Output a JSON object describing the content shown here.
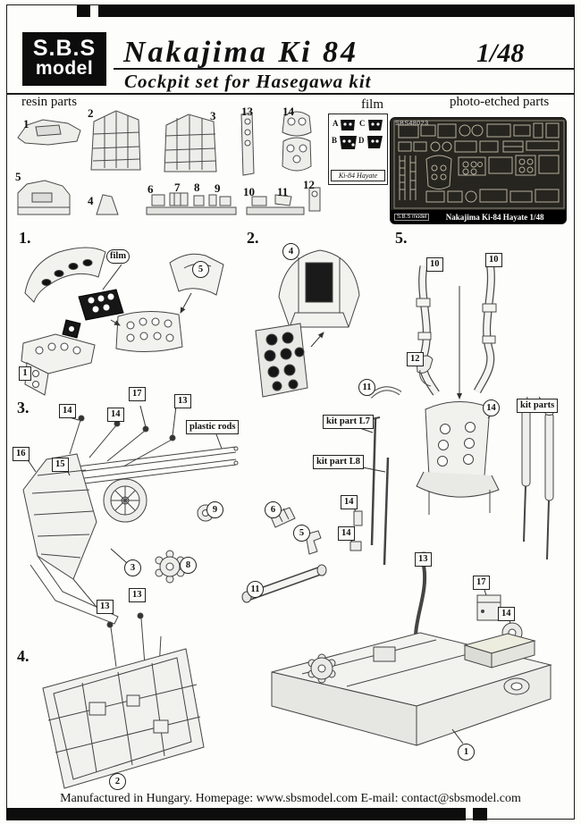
{
  "header": {
    "logo_top": "S.B.S",
    "logo_bottom": "model",
    "title": "Nakajima Ki 84",
    "scale": "1/48",
    "subtitle": "Cockpit set for Hasegawa kit"
  },
  "parts": {
    "resin_label": "resin parts",
    "film_label": "film",
    "pe_label": "photo-etched parts",
    "film_sheet": {
      "letter_a": "A",
      "letter_b": "B",
      "letter_c": "C",
      "letter_d": "D",
      "caption": "Ki-84 Hayate"
    },
    "pe_fret": {
      "code": "SBS48023",
      "brand": "S.B.S model",
      "caption": "Nakajima Ki-84 Hayate  1/48"
    },
    "numbers": {
      "n1": "1",
      "n2": "2",
      "n3": "3",
      "n4": "4",
      "n5": "5",
      "n6": "6",
      "n7": "7",
      "n8": "8",
      "n9": "9",
      "n10": "10",
      "n11": "11",
      "n12": "12",
      "n13": "13",
      "n14": "14"
    }
  },
  "steps": {
    "s1": "1.",
    "s2": "2.",
    "s3": "3.",
    "s4": "4.",
    "s5": "5."
  },
  "callouts": {
    "step1": {
      "film": "film",
      "c5": "5",
      "b1": "1"
    },
    "step2": {
      "c4": "4"
    },
    "step3": {
      "b14a": "14",
      "b14b": "14",
      "b17": "17",
      "b13": "13",
      "rods": "plastic rods",
      "b16": "16",
      "b15": "15",
      "c9": "9",
      "c8": "8",
      "c3": "3"
    },
    "step4": {
      "b13a": "13",
      "b13b": "13",
      "c2": "2"
    },
    "step5": {
      "b10a": "10",
      "b10b": "10",
      "b12": "12",
      "c11a": "11",
      "kit_parts": "kit parts",
      "c14": "14",
      "l7": "kit part L7",
      "l8": "kit part L8",
      "b14a": "14",
      "b14b": "14",
      "c6": "6",
      "c5": "5",
      "c11b": "11",
      "b13": "13",
      "b17": "17",
      "b14c": "14",
      "c1": "1"
    }
  },
  "footer": "Manufactured in Hungary.  Homepage: www.sbsmodel.com  E-mail: contact@sbsmodel.com"
}
